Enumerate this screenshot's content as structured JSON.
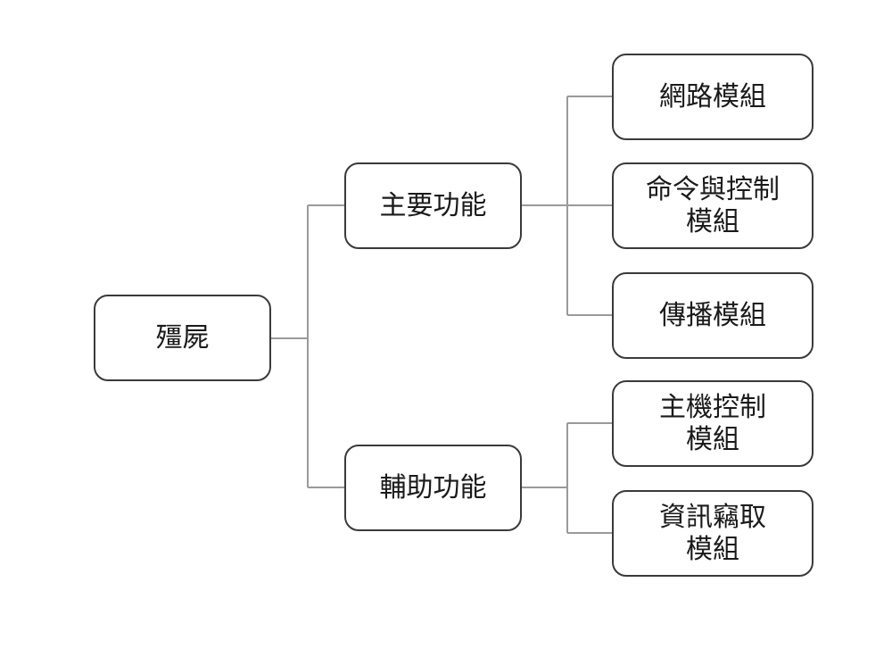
{
  "root": {
    "label": "殭屍"
  },
  "branches": [
    {
      "label": "主要功能",
      "children": [
        {
          "label": "網路模組"
        },
        {
          "label": "命令與控制\n模組"
        },
        {
          "label": "傳播模組"
        }
      ]
    },
    {
      "label": "輔助功能",
      "children": [
        {
          "label": "主機控制\n模組"
        },
        {
          "label": "資訊竊取\n模組"
        }
      ]
    }
  ]
}
